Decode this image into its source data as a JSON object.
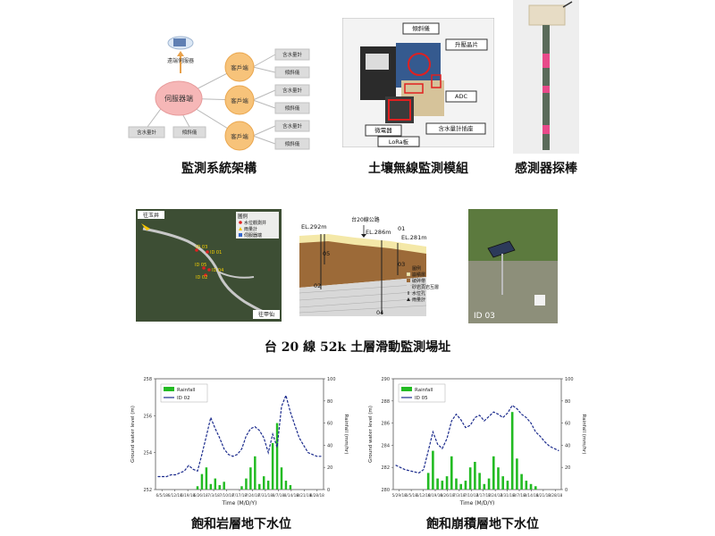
{
  "arch": {
    "server": "伺服器端",
    "remote": "遠端伺服器",
    "clients": [
      "客戶端",
      "客戶端",
      "客戶端"
    ],
    "sensors": [
      "含水量計",
      "傾斜儀"
    ],
    "server_sensors": [
      "含水量計",
      "傾斜儀"
    ]
  },
  "module": {
    "labels": [
      "傾斜儀",
      "升壓晶片",
      "ADC",
      "微電器",
      "LoRa板",
      "含水量計插座"
    ]
  },
  "captions": {
    "arch": "監測系統架構",
    "module": "土壤無線監測模組",
    "probe": "感測器探棒",
    "site": "台 20 線 52k 土層滑動監測場址",
    "rock": "飽和岩層地下水位",
    "colluvium": "飽和崩積層地下水位"
  },
  "map": {
    "top_left": "往玉井",
    "bottom_right": "往甲仙",
    "legend_title": "圖例",
    "legend": [
      "水位觀測井",
      "雨量計",
      "伺服器端"
    ],
    "ids": [
      "ID 01",
      "ID 03",
      "ID 02",
      "ID 04",
      "ID 05"
    ]
  },
  "profile": {
    "road": "台20線公路",
    "elevations": [
      "EL.292m",
      "EL.286m",
      "EL.281m"
    ],
    "holes": [
      "01",
      "02",
      "03",
      "04",
      "05"
    ],
    "legend_title": "圖例",
    "legend": [
      "崩積層",
      "破碎帶",
      "砂岩頁岩互層",
      "水位孔",
      "雨量計"
    ]
  },
  "photo_id": "ID 03",
  "chart_data": [
    {
      "type": "line",
      "series": [
        {
          "name": "Rainfall",
          "kind": "bar",
          "color": "#22bb22"
        },
        {
          "name": "ID 02",
          "kind": "line",
          "color": "#1a2a8c"
        }
      ],
      "xlabel": "Time (M/D/Y)",
      "ylabel": "Ground water level (m)",
      "y2label": "Rainfall (mm/hr)",
      "ylim": [
        252,
        258
      ],
      "y2lim": [
        0,
        100
      ],
      "yticks": [
        252,
        254,
        256,
        258
      ],
      "y2ticks": [
        0,
        20,
        40,
        60,
        80,
        100
      ],
      "xticks": [
        "6/5/18",
        "6/12/18",
        "6/19/18",
        "6/26/18",
        "7/3/18",
        "7/10/18",
        "7/17/18",
        "7/24/18",
        "7/31/18",
        "8/7/18",
        "8/14/18",
        "8/21/18",
        "8/28/18"
      ],
      "level": [
        252.7,
        252.7,
        252.7,
        252.8,
        252.8,
        252.9,
        253.0,
        253.3,
        253.1,
        253.0,
        253.9,
        254.9,
        255.9,
        255.3,
        254.8,
        254.2,
        253.9,
        253.8,
        253.9,
        254.2,
        254.9,
        255.3,
        255.4,
        255.2,
        254.8,
        254.0,
        255.0,
        254.3,
        256.5,
        257.1,
        256.2,
        255.5,
        254.8,
        254.4,
        254.0,
        253.9,
        253.8,
        253.8
      ],
      "rain": [
        0,
        0,
        0,
        0,
        0,
        0,
        0,
        0,
        0,
        3,
        14,
        20,
        5,
        10,
        4,
        7,
        0,
        0,
        0,
        3,
        10,
        20,
        30,
        5,
        12,
        8,
        42,
        60,
        20,
        8,
        4,
        0,
        0,
        0,
        0,
        0,
        0,
        0
      ]
    },
    {
      "type": "line",
      "series": [
        {
          "name": "Rainfall",
          "kind": "bar",
          "color": "#22bb22"
        },
        {
          "name": "ID 05",
          "kind": "line",
          "color": "#1a2a8c"
        }
      ],
      "xlabel": "Time (M/D/Y)",
      "ylabel": "Ground water level (m)",
      "y2label": "Rainfall (mm/hr)",
      "ylim": [
        280,
        290
      ],
      "y2lim": [
        0,
        100
      ],
      "yticks": [
        280,
        282,
        284,
        286,
        288,
        290
      ],
      "y2ticks": [
        0,
        20,
        40,
        60,
        80,
        100
      ],
      "xticks": [
        "5/29/18",
        "6/5/18",
        "6/12/18",
        "6/19/18",
        "6/26/18",
        "7/3/18",
        "7/10/18",
        "7/17/18",
        "7/24/18",
        "7/31/18",
        "8/7/18",
        "8/14/18",
        "8/21/18",
        "8/28/18"
      ],
      "level": [
        282.2,
        282.0,
        281.8,
        281.7,
        281.6,
        281.5,
        281.8,
        283.5,
        285.2,
        284.1,
        283.7,
        284.6,
        286.2,
        286.8,
        286.3,
        285.6,
        285.8,
        286.5,
        286.7,
        286.2,
        286.6,
        287.0,
        286.8,
        286.5,
        286.9,
        287.6,
        287.3,
        286.8,
        286.5,
        286.0,
        285.2,
        284.8,
        284.3,
        283.9,
        283.7,
        283.5
      ],
      "rain": [
        0,
        0,
        0,
        0,
        0,
        0,
        0,
        15,
        35,
        10,
        8,
        12,
        30,
        10,
        5,
        8,
        20,
        25,
        15,
        5,
        10,
        30,
        20,
        12,
        8,
        70,
        28,
        14,
        8,
        5,
        3,
        0,
        0,
        0,
        0,
        0
      ]
    }
  ]
}
